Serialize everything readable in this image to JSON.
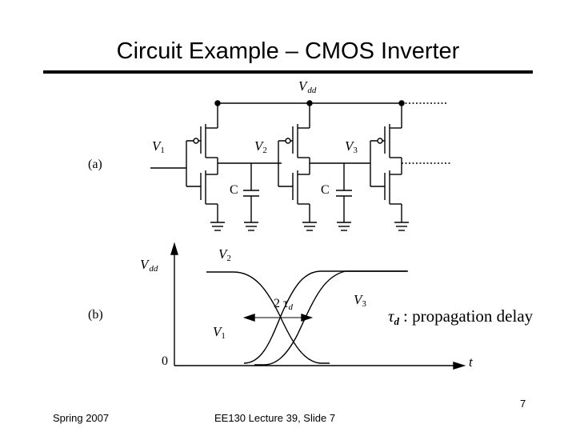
{
  "slide": {
    "title": "Circuit Example – CMOS Inverter",
    "footer_left": "Spring 2007",
    "footer_center": "EE130 Lecture 39, Slide 7",
    "page_number": "7"
  },
  "figure_a": {
    "part_label": "(a)",
    "supply_label": "V",
    "supply_sub": "dd",
    "node_labels": [
      {
        "name": "V",
        "sub": "1"
      },
      {
        "name": "V",
        "sub": "2"
      },
      {
        "name": "V",
        "sub": "3"
      }
    ],
    "cap_labels": [
      "C",
      "C"
    ]
  },
  "figure_b": {
    "part_label": "(b)",
    "y_top_label": "V",
    "y_top_sub": "dd",
    "y_zero_label": "0",
    "x_label": "t",
    "curve_labels": [
      {
        "name": "V",
        "sub": "2"
      },
      {
        "name": "V",
        "sub": "3"
      },
      {
        "name": "V",
        "sub": "1"
      }
    ],
    "delay_label": "2 τ",
    "delay_sub": "d",
    "legend_symbol": "τ",
    "legend_sub": "d",
    "legend_text": ": propagation  delay"
  }
}
